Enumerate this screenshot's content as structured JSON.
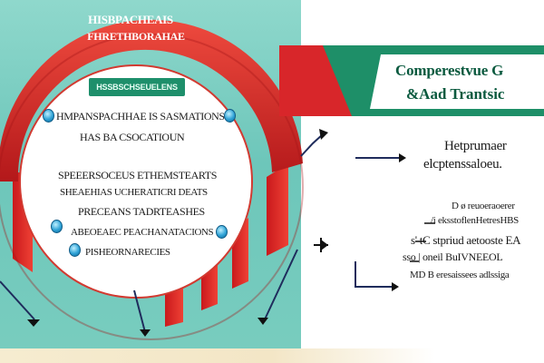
{
  "arc": {
    "title_line1": "HISBPACHEAIS",
    "title_line2": "FHRETHBORAHAE"
  },
  "circle": {
    "badge": "HSSBSCHSEUELENS",
    "lines": [
      "HMPANSPACHHAE IS SASMATIONS",
      "HAS BA CSOCATIOUN",
      "SPEEERSOCEUS ETHEMSTEARTS",
      "SHEAEHIAS UCHERATICRI DEATS",
      "PRECEANS TADRTEASHES",
      "ABEOEAEC PEACHANATACIONS",
      "PISHEORNARECIES"
    ]
  },
  "banner": {
    "title": "Comperestvue G",
    "subtitle": "&Aad Trantsic"
  },
  "right": {
    "heading_line1": "Hetprumaer",
    "heading_line2": "elcptenssaloeu.",
    "lines": [
      "D ø reuoeraoerer",
      "/i eksstoflenHetresHBS",
      "s' tC stpriud  aetooste EA",
      "sso  | oneil    BuIVNEEOL",
      "MD B eresaissees  adlssiga"
    ]
  },
  "colors": {
    "teal_bg": "#79cdbf",
    "red": "#d52a25",
    "green": "#1e8f6b",
    "dot_blue": "#2ea2d6"
  }
}
